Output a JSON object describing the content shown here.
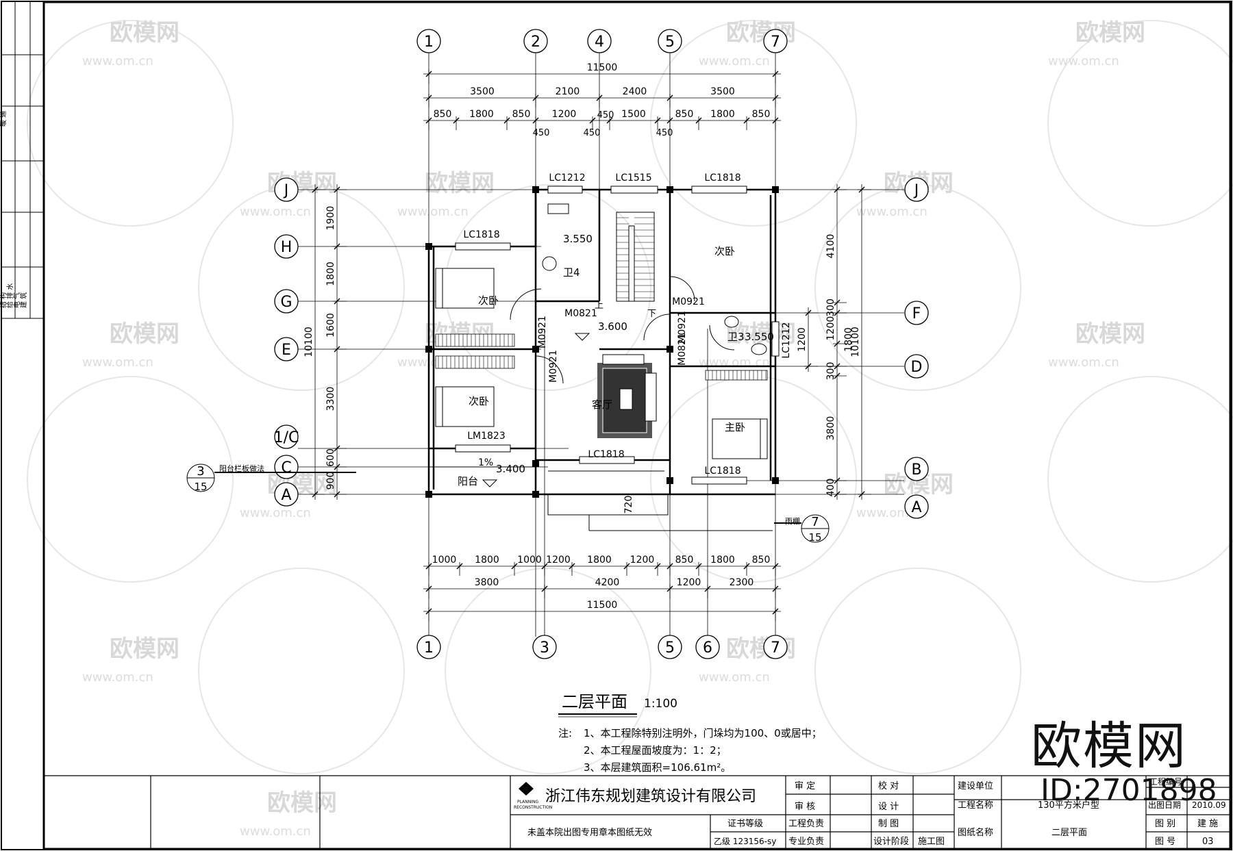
{
  "title": "二层平面",
  "scale": "1:100",
  "notes": {
    "prefix": "注:",
    "lines": [
      "1、本工程除特别注明外，门垛均为100、0或居中；",
      "2、本工程屋面坡度为：1：2；",
      "3、本层建筑面积=106.61m²。"
    ]
  },
  "grid_top": [
    "1",
    "2",
    "4",
    "5",
    "7"
  ],
  "grid_bottom": [
    "1",
    "3",
    "5",
    "6",
    "7"
  ],
  "grid_left": [
    "J",
    "H",
    "G",
    "E",
    "1/C",
    "C",
    "A"
  ],
  "grid_right": [
    "J",
    "F",
    "D",
    "B",
    "A"
  ],
  "dims": {
    "top_total": "11500",
    "top_mid": [
      "3500",
      "2100",
      "2400",
      "3500"
    ],
    "top_detail": [
      "850",
      "1800",
      "850",
      "1200",
      "450",
      "1500",
      "850",
      "1800",
      "850"
    ],
    "top_small": [
      "450",
      "450",
      "450"
    ],
    "bottom_detail": [
      "1000",
      "1800",
      "1000",
      "1200",
      "1800",
      "1200",
      "850",
      "1800",
      "850"
    ],
    "bottom_mid": [
      "3800",
      "4200",
      "1200",
      "2300"
    ],
    "bottom_total": "11500",
    "left_detail": [
      "1900",
      "1800",
      "1600",
      "3300",
      "600",
      "900"
    ],
    "left_total": "10100",
    "right_detail": [
      "4100",
      "300",
      "1200",
      "1800",
      "300",
      "3800",
      "400"
    ],
    "right_total": "10100",
    "canopy": "720"
  },
  "windows": [
    "LC1212",
    "LC1515",
    "LC1818",
    "LC1818",
    "LC1818",
    "LC1818",
    "LC1212",
    "LM1823"
  ],
  "doors": [
    "M0821",
    "M0921",
    "M0921",
    "M0921",
    "M0821"
  ],
  "rooms": [
    "次卧",
    "次卧",
    "次卧",
    "主卧",
    "卫4",
    "卫3",
    "客厅",
    "阳台"
  ],
  "levels": [
    "3.550",
    "3.600",
    "3.550",
    "3.400"
  ],
  "slope": "1%",
  "stair_up": "上",
  "stair_down": "下",
  "callouts": {
    "balcony_note": "阳台栏板做法",
    "balcony_ref_top": "3",
    "balcony_ref_bottom": "15",
    "canopy_note": "雨棚",
    "canopy_ref_top": "7",
    "canopy_ref_bottom": "15"
  },
  "titleblock": {
    "company": "浙江伟东规划建筑设计有限公司",
    "logo_text": [
      "PLANNING",
      "RECONSTRUCTION"
    ],
    "stamp_note": "未盖本院出图专用章本图纸无效",
    "cert_label": "证书等级",
    "cert_value": "乙级 123156-sy",
    "labels": [
      "审 定",
      "审 核",
      "工程负责",
      "专业负责",
      "校 对",
      "设 计",
      "制 图",
      "设计阶段"
    ],
    "stage": "施工图",
    "client_label": "建设单位",
    "project_label": "工程名称",
    "project_value": "130平方米户型",
    "drawing_name_label": "图纸名称",
    "drawing_name_value": "二层平面",
    "proj_no_label": "工程编号",
    "date_label": "出图日期",
    "date_value": "2010.09",
    "type_label": "图 别",
    "type_value": "建 施",
    "no_label": "图 号",
    "no_value": "03"
  },
  "sidebar": [
    "暖 通",
    "结 构",
    "给 排 水",
    "电 气",
    "建 筑"
  ],
  "watermark": {
    "brand": "欧模网",
    "url": "www.om.cn",
    "id": "ID:2701898"
  }
}
